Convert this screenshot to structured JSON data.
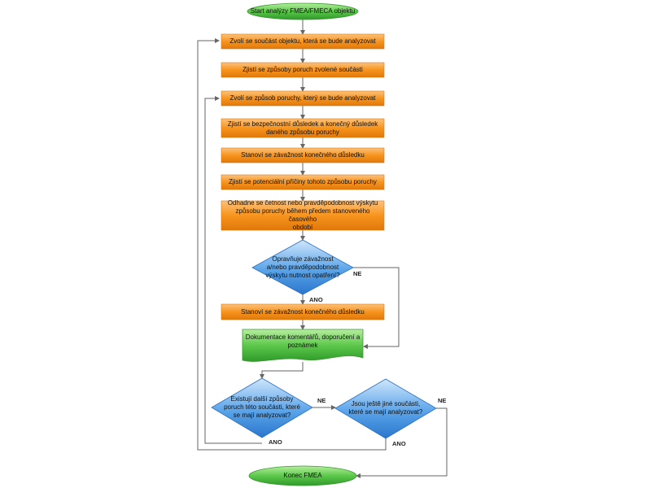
{
  "nodes": {
    "start": "Start analýzy FMEA/FMECA objektu",
    "select_component": "Zvolí se součást objektu, která se bude analyzovat",
    "find_failure_modes": "Zjistí se způsoby poruch zvolené součásti",
    "select_failure_mode": "Zvolí se způsob poruchy, který se bude analyzovat",
    "find_effects": "Zjistí se bezpečnostní důsledek a konečný důsledek\ndaného způsobu poruchy",
    "determine_severity": "Stanoví se závažnost konečného důsledku",
    "find_causes": "Zjistí se potenciální příčiny tohoto způsobu poruchy",
    "estimate_frequency": "Odhadne se četnost nebo pravděpodobnost výskytu\nzpůsobu poruchy během předem stanoveného časového\nobdobí",
    "decision_justify": "Opravňuje závažnost\na/nebo pravděpodobnost\nvýskytu nutnost opatření?",
    "determine_severity_2": "Stanoví se závažnost konečného důsledku",
    "documentation": "Dokumentace komentářů, doporučení a\npoznámek",
    "decision_more_modes": "Existují další způsoby\nporuch této součásti, které\nse mají analyzovat?",
    "decision_more_components": "Jsou ještě jiné součásti,\nkteré se mají analyzovat?",
    "end": "Konec FMEA"
  },
  "edge_labels": {
    "justify_no": "NE",
    "justify_yes": "ANO",
    "modes_no": "NE",
    "modes_yes": "ANO",
    "components_no": "NE",
    "components_yes": "ANO"
  },
  "colors": {
    "process_fill": "#f7941d",
    "process_fill_light": "#fbb36a",
    "terminal_fill": "#5cc84a",
    "terminal_fill_light": "#a8e89a",
    "decision_fill": "#3d8fe0",
    "decision_fill_light": "#a9cff5",
    "connector": "#666666"
  }
}
